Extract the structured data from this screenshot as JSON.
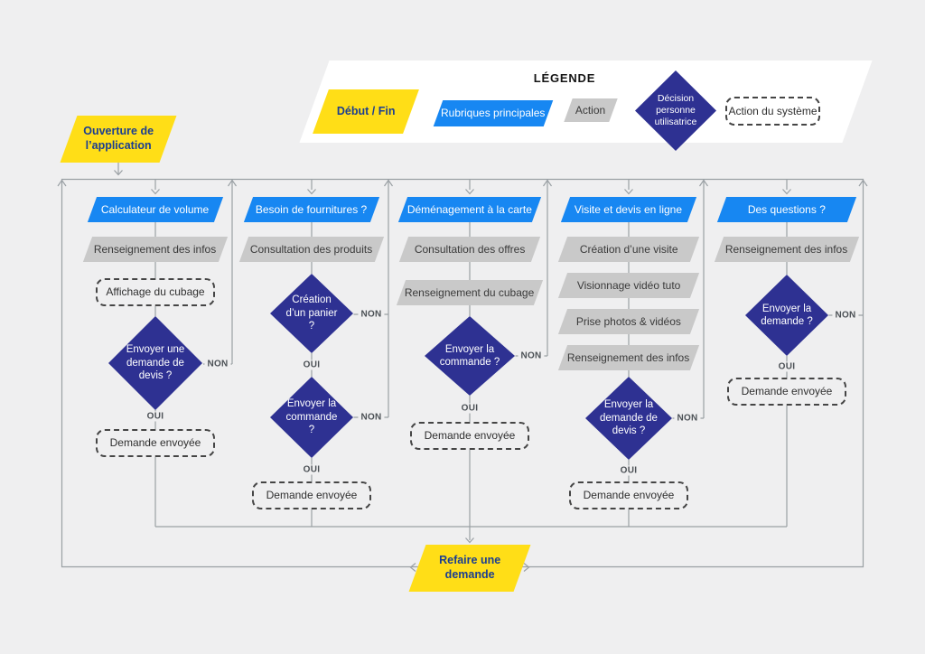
{
  "colors": {
    "background": "#efeff0",
    "legend_panel": "#ffffff",
    "primary_blue": "#1787f2",
    "decision_navy": "#2e3192",
    "action_gray": "#c9c9c9",
    "start_end_yellow": "#ffde17",
    "yellow_text_navy": "#1b3e91",
    "line_gray": "#9aa0a4"
  },
  "legend": {
    "title": "LÉGENDE",
    "items": [
      {
        "label": "Début / Fin"
      },
      {
        "label": "Rubriques principales"
      },
      {
        "label": "Action"
      },
      {
        "label": "Décision personne utilisatrice"
      },
      {
        "label": "Action du système"
      }
    ]
  },
  "labels": {
    "yes": "OUI",
    "no": "NON"
  },
  "flow": {
    "start": "Ouverture de l’application",
    "restart": "Refaire une demande",
    "columns": [
      {
        "header": "Calculateur de volume",
        "action1": "Renseignement des infos",
        "system": "Affichage du cubage",
        "decision1": "Envoyer une demande de devis ?",
        "sent": "Demande envoyée"
      },
      {
        "header": "Besoin de fournitures ?",
        "action1": "Consultation des produits",
        "decision1": "Création d’un panier ?",
        "decision2": "Envoyer la commande ?",
        "sent": "Demande envoyée"
      },
      {
        "header": "Déménagement à la carte",
        "action1": "Consultation des offres",
        "action2": "Renseignement du cubage",
        "decision1": "Envoyer la commande ?",
        "sent": "Demande envoyée"
      },
      {
        "header": "Visite et devis en ligne",
        "action1": "Création d’une visite",
        "action2": "Visionnage vidéo tuto",
        "action3": "Prise photos & vidéos",
        "action4": "Renseignement des infos",
        "decision1": "Envoyer la demande de devis ?",
        "sent": "Demande envoyée"
      },
      {
        "header": "Des questions ?",
        "action1": "Renseignement des infos",
        "decision1": "Envoyer la demande ?",
        "sent": "Demande envoyée"
      }
    ]
  }
}
